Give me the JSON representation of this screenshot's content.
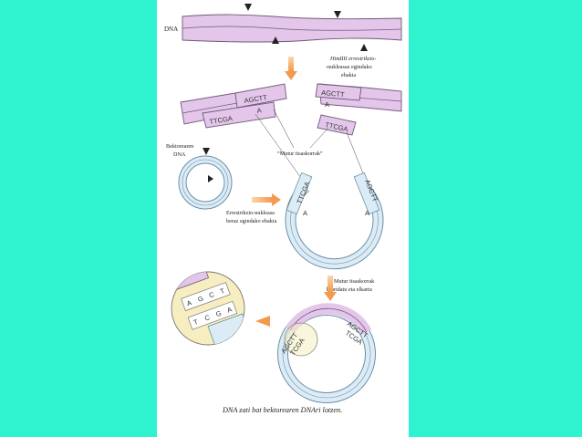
{
  "labels": {
    "dna": "DNA",
    "enzyme_line1": "HindIII errestrikzio-",
    "enzyme_line2": "-nukleasaz egindako",
    "enzyme_line3": "ebakia",
    "vector_line1": "Bektorearen",
    "vector_line2": "DNA",
    "sticky_ends": "“Mutur itsaskorrak”",
    "cut_line1": "Errestrikzio-nukleasa",
    "cut_line2": "beraz egindako ebakia",
    "hybrid_line1": "Mutur itsaskorrak",
    "hybrid_line2": "hibridatu eta elkartu",
    "caption": "DNA zati bat bektorearen DNAri lotzen."
  },
  "sequences": {
    "top_left": "A",
    "top_mid": "AGCTT",
    "top_right": "AGCTT",
    "bottom_left": "TTCGA",
    "bottom_mid": "A",
    "bottom_right": "TTCGA",
    "mid_right_a": "A",
    "ring_left": "TTCGA",
    "ring_left_a": "A",
    "ring_right": "AGCTT",
    "ring_right_a": "A",
    "zoom_top": [
      "A",
      "G",
      "C",
      "T"
    ],
    "zoom_bottom": [
      "T",
      "C",
      "G",
      "A"
    ],
    "final_left_top": "AGCTT",
    "final_left_bottom": "TCGA",
    "final_right_top": "AGCTT",
    "final_right_bottom": "TCGA"
  },
  "colors": {
    "background": "#2ff2cf",
    "page": "#ffffff",
    "dna_fill": "#e3c6ea",
    "dna_stroke": "#6f5a78",
    "vector_fill": "#dcecf6",
    "vector_stroke": "#6b8fa6",
    "arrow": "#f3a15a",
    "zoom_fill": "#f6eec0"
  }
}
